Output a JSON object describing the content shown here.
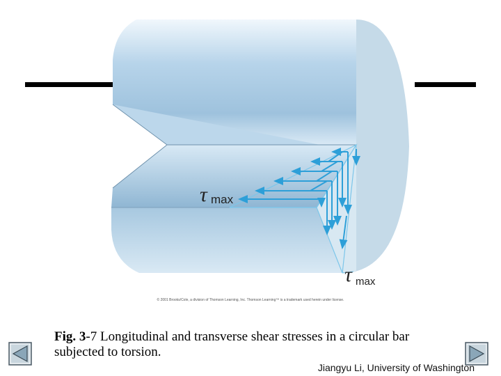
{
  "figure": {
    "tau_top_symbol": "τ",
    "tau_top_sub": "max",
    "tau_bottom_symbol": "τ",
    "tau_bottom_sub": "max",
    "copyright": "© 2001 Brooks/Cole, a division of Thomson Learning, Inc. Thomson Learning™ is a trademark used herein under license."
  },
  "caption": {
    "label": "Fig. 3",
    "text": "-7  Longitudinal and transverse shear stresses in a circular bar subjected to torsion."
  },
  "credit": "Jiangyu Li, University of Washington",
  "nav": {
    "prev_icon": "triangle-left-icon",
    "next_icon": "triangle-right-icon"
  },
  "colors": {
    "bar_light": "#dfeef8",
    "bar_dark": "#8fb8d6",
    "end_face": "#c5dae8",
    "arrow": "#2d9fd8",
    "nav_fill": "#8aa6b8"
  }
}
